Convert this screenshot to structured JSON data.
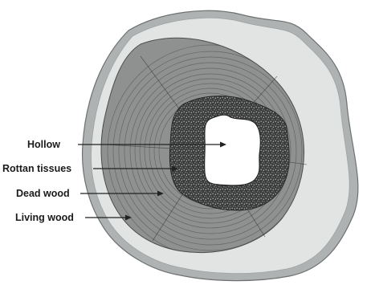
{
  "labels": [
    {
      "id": "hollow",
      "text": "Hollow"
    },
    {
      "id": "rotten",
      "text": "Rottan tissues"
    },
    {
      "id": "dead",
      "text": "Dead wood"
    },
    {
      "id": "living",
      "text": "Living wood"
    }
  ],
  "colors": {
    "bark": "#aeb2b3",
    "living_wood": "#e2e4e3",
    "dead_wood": "#8e9190",
    "dead_wood_inner": "#7b7e7d",
    "ring_line": "#3f4342",
    "rotten_tissue": "#3a3c3b",
    "hollow": "#ffffff",
    "arrow": "#222222"
  }
}
